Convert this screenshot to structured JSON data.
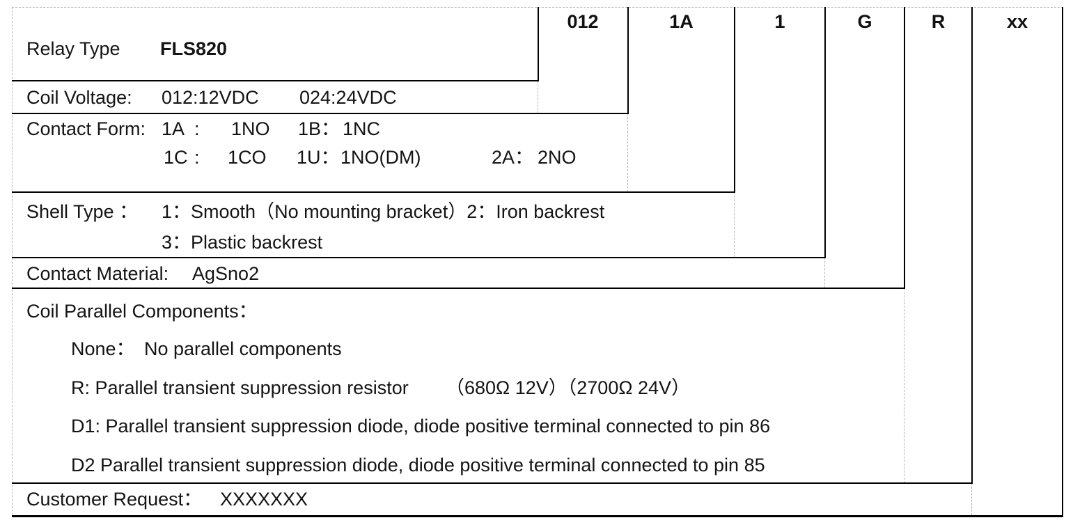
{
  "title": "Relay ordering code diagram",
  "colors": {
    "background": "#ffffff",
    "line": "#000000",
    "gridline": "#b4b4b4",
    "text": "#141414"
  },
  "header_codes": [
    "012",
    "1A",
    "1",
    "G",
    "R",
    "xx"
  ],
  "relay": {
    "label": "Relay Type",
    "value": "FLS820"
  },
  "coil_voltage": {
    "label": "Coil Voltage:",
    "option1": "012:12VDC",
    "option2": "024:24VDC"
  },
  "contact_form": {
    "label": "Contact Form:",
    "row1": {
      "code1": "1A",
      "colon1": ":",
      "desc1": "1NO",
      "code2": "1B：",
      "desc2": "1NC"
    },
    "row2": {
      "code1": "1C",
      "colon1": ":",
      "desc1": "1CO",
      "code2": "1U：",
      "desc2": "1NO(DM)",
      "code3": "2A：",
      "desc3": "2NO"
    }
  },
  "shell_type": {
    "label": "Shell Type ：",
    "row1": "1：Smooth（No mounting bracket）2：Iron backrest",
    "row2": "3：Plastic backrest"
  },
  "contact_material": {
    "label": "Contact Material:",
    "value": "AgSno2"
  },
  "coil_parallel": {
    "label": "Coil Parallel Components：",
    "none_code": "None：",
    "none_desc": "No parallel components",
    "r_desc": "R: Parallel transient suppression resistor",
    "r_values": "（680Ω 12V）（2700Ω 24V）",
    "d1_desc": "D1: Parallel transient suppression diode, diode positive terminal connected to pin 86",
    "d2_desc": "D2 Parallel transient suppression diode, diode positive terminal connected to pin 85"
  },
  "customer_request": {
    "label": "Customer Request：",
    "value": "XXXXXXX"
  }
}
